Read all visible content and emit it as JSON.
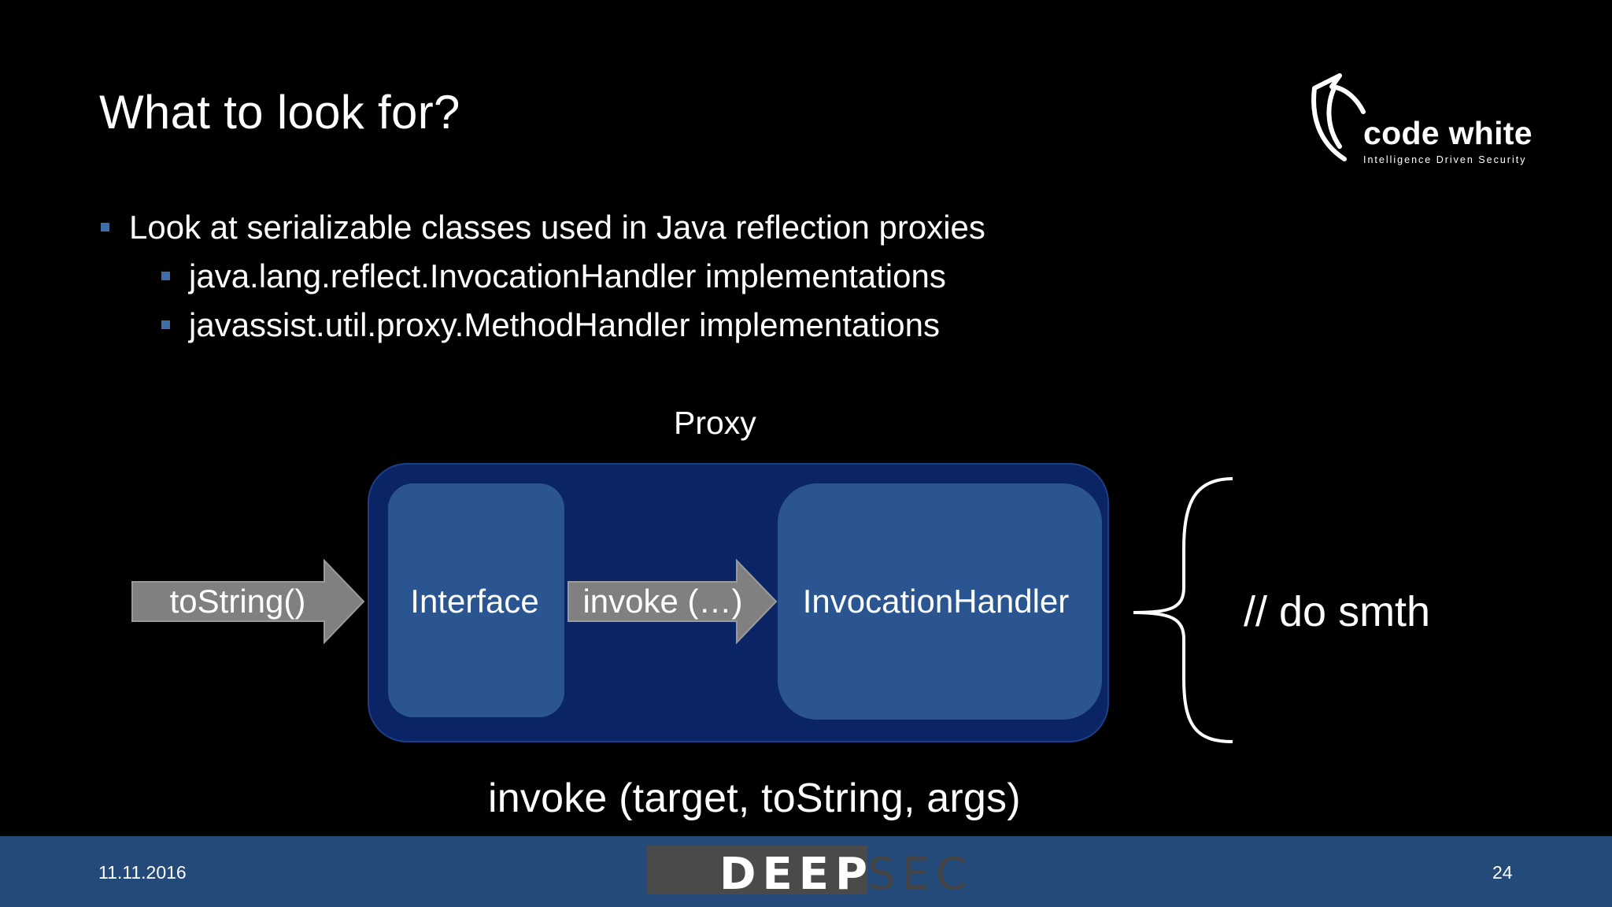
{
  "slide": {
    "title": "What to look for?",
    "logo": {
      "name": "code white",
      "tagline": "Intelligence Driven Security"
    },
    "bullets": [
      {
        "level": 1,
        "text": "Look at serializable classes used in Java reflection proxies"
      },
      {
        "level": 2,
        "text": "java.lang.reflect.InvocationHandler implementations"
      },
      {
        "level": 2,
        "text": "javassist.util.proxy.MethodHandler implementations"
      }
    ]
  },
  "diagram": {
    "proxy_label": "Proxy",
    "interface_label": "Interface",
    "handler_label": "InvocationHandler",
    "call_arrow_label": "toString()",
    "invoke_arrow_label": "invoke (…)",
    "brace_text": "// do smth",
    "bottom_text": "invoke (target, toString, args)"
  },
  "footer": {
    "date": "11.11.2016",
    "brand_part1": "DEEP",
    "brand_part2": "SEC",
    "page_number": "24"
  },
  "colors": {
    "background": "#000000",
    "proxy_fill": "#0b2465",
    "inner_fill": "#2a5590",
    "arrow_fill": "#808080",
    "bullet": "#3e6eaa",
    "footer": "#234a78"
  }
}
